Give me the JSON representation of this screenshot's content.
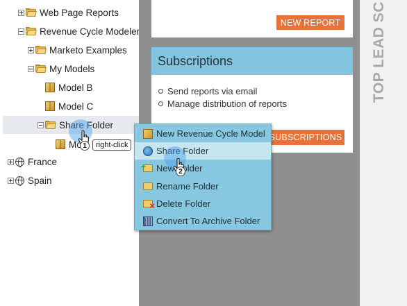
{
  "tree": {
    "items": [
      {
        "label": "Web Page Reports",
        "expander": "plus",
        "icon": "folder"
      },
      {
        "label": "Revenue Cycle Modeler",
        "expander": "minus",
        "icon": "folder"
      },
      {
        "label": "Marketo Examples",
        "expander": "plus",
        "icon": "folder"
      },
      {
        "label": "My Models",
        "expander": "minus",
        "icon": "folder"
      },
      {
        "label": "Model B",
        "icon": "model-cube"
      },
      {
        "label": "Model C",
        "icon": "model-cube"
      },
      {
        "label": "Share Folder",
        "expander": "minus",
        "icon": "folder",
        "selected": true
      },
      {
        "label": "Mo",
        "icon": "model-cube-shared"
      },
      {
        "label": "France",
        "expander": "plus",
        "icon": "globe"
      },
      {
        "label": "Spain",
        "expander": "plus",
        "icon": "globe"
      }
    ]
  },
  "top_panel": {
    "button_label": "NEW REPORT"
  },
  "subscriptions": {
    "title": "Subscriptions",
    "bullets": [
      "Send reports via email",
      "Manage distribution of reports"
    ],
    "button_label": "SUBSCRIPTIONS"
  },
  "side_panel": {
    "vertical_title": "TOP LEAD SC"
  },
  "context_menu": {
    "items": [
      {
        "label": "New Revenue Cycle Model",
        "icon": "model-cube-icon"
      },
      {
        "label": "Share Folder",
        "icon": "share-globe-icon",
        "highlighted": true
      },
      {
        "label": "New Folder",
        "icon": "new-folder-icon"
      },
      {
        "label": "Rename Folder",
        "icon": "rename-folder-icon"
      },
      {
        "label": "Delete Folder",
        "icon": "delete-folder-icon"
      },
      {
        "label": "Convert To Archive Folder",
        "icon": "archive-folder-icon"
      }
    ]
  },
  "annotations": {
    "step1": "1",
    "step1_tip": "right-click",
    "step2": "2"
  },
  "colors": {
    "accent_orange": "#e8733a",
    "panel_header_blue": "#83c4df",
    "menu_blue": "#87c7df",
    "menu_highlight": "#c5e6f1",
    "backdrop_gray": "#8f8f8f"
  }
}
